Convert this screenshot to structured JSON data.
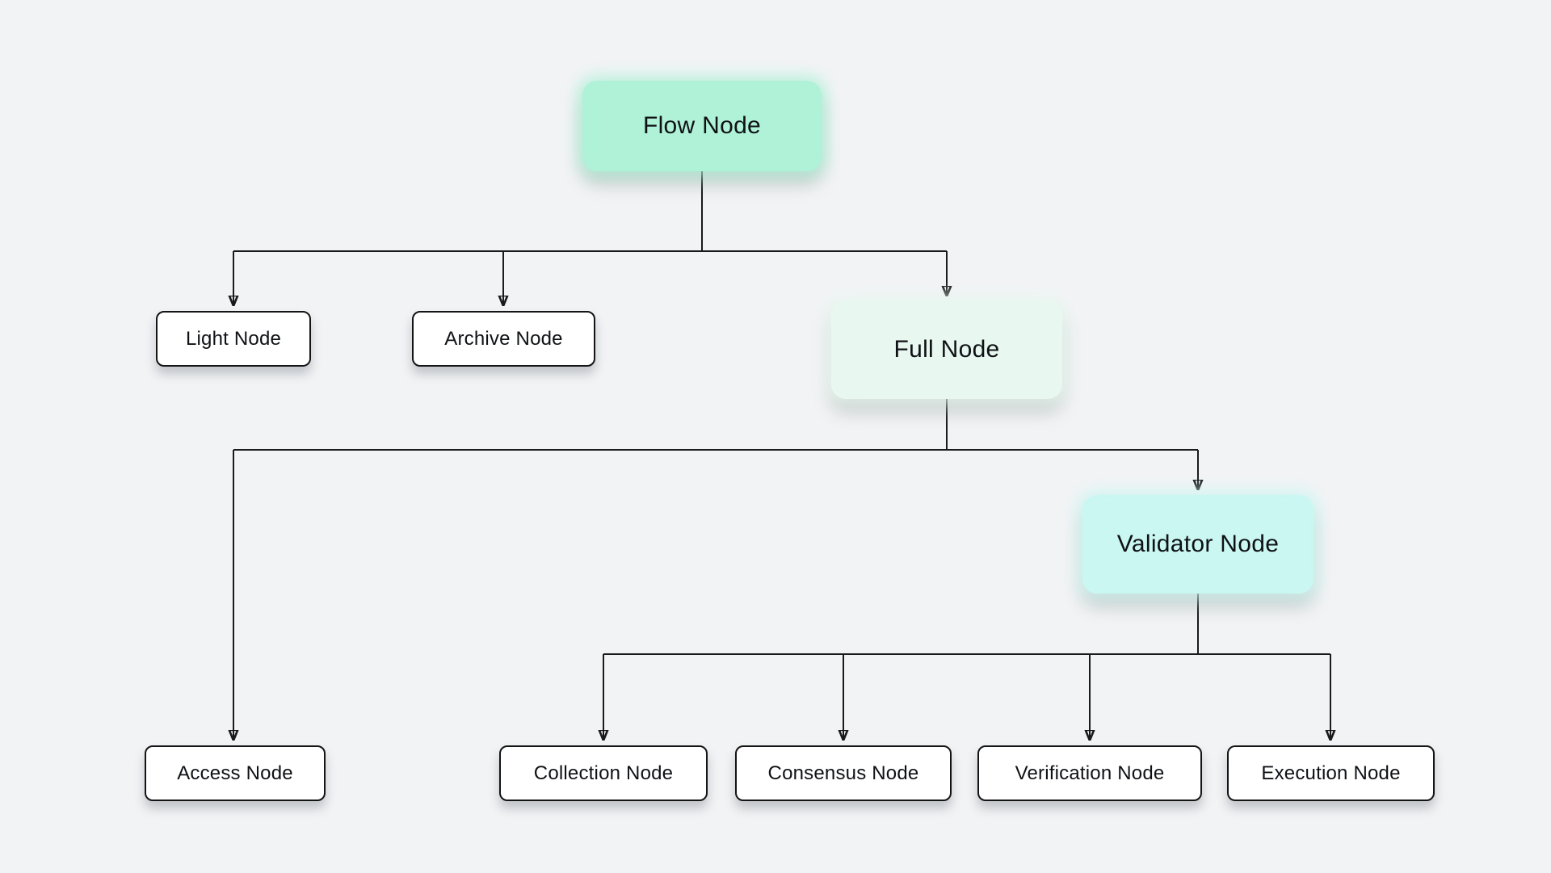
{
  "diagram": {
    "background_color": "#f2f3f5",
    "line_color": "#1a1a1a",
    "nodes": {
      "flow": {
        "label": "Flow Node",
        "fill": "#aff2d8"
      },
      "light": {
        "label": "Light Node",
        "fill": "#ffffff"
      },
      "archive": {
        "label": "Archive Node",
        "fill": "#ffffff"
      },
      "full": {
        "label": "Full Node",
        "fill": "#e8f8f0"
      },
      "validator": {
        "label": "Validator Node",
        "fill": "#cbf7f2"
      },
      "access": {
        "label": "Access Node",
        "fill": "#ffffff"
      },
      "collection": {
        "label": "Collection Node",
        "fill": "#ffffff"
      },
      "consensus": {
        "label": "Consensus Node",
        "fill": "#ffffff"
      },
      "verification": {
        "label": "Verification Node",
        "fill": "#ffffff"
      },
      "execution": {
        "label": "Execution Node",
        "fill": "#ffffff"
      }
    },
    "edges": [
      {
        "from": "Flow Node",
        "to": "Light Node"
      },
      {
        "from": "Flow Node",
        "to": "Archive Node"
      },
      {
        "from": "Flow Node",
        "to": "Full Node"
      },
      {
        "from": "Full Node",
        "to": "Access Node"
      },
      {
        "from": "Full Node",
        "to": "Validator Node"
      },
      {
        "from": "Validator Node",
        "to": "Collection Node"
      },
      {
        "from": "Validator Node",
        "to": "Consensus Node"
      },
      {
        "from": "Validator Node",
        "to": "Verification Node"
      },
      {
        "from": "Validator Node",
        "to": "Execution Node"
      }
    ]
  }
}
